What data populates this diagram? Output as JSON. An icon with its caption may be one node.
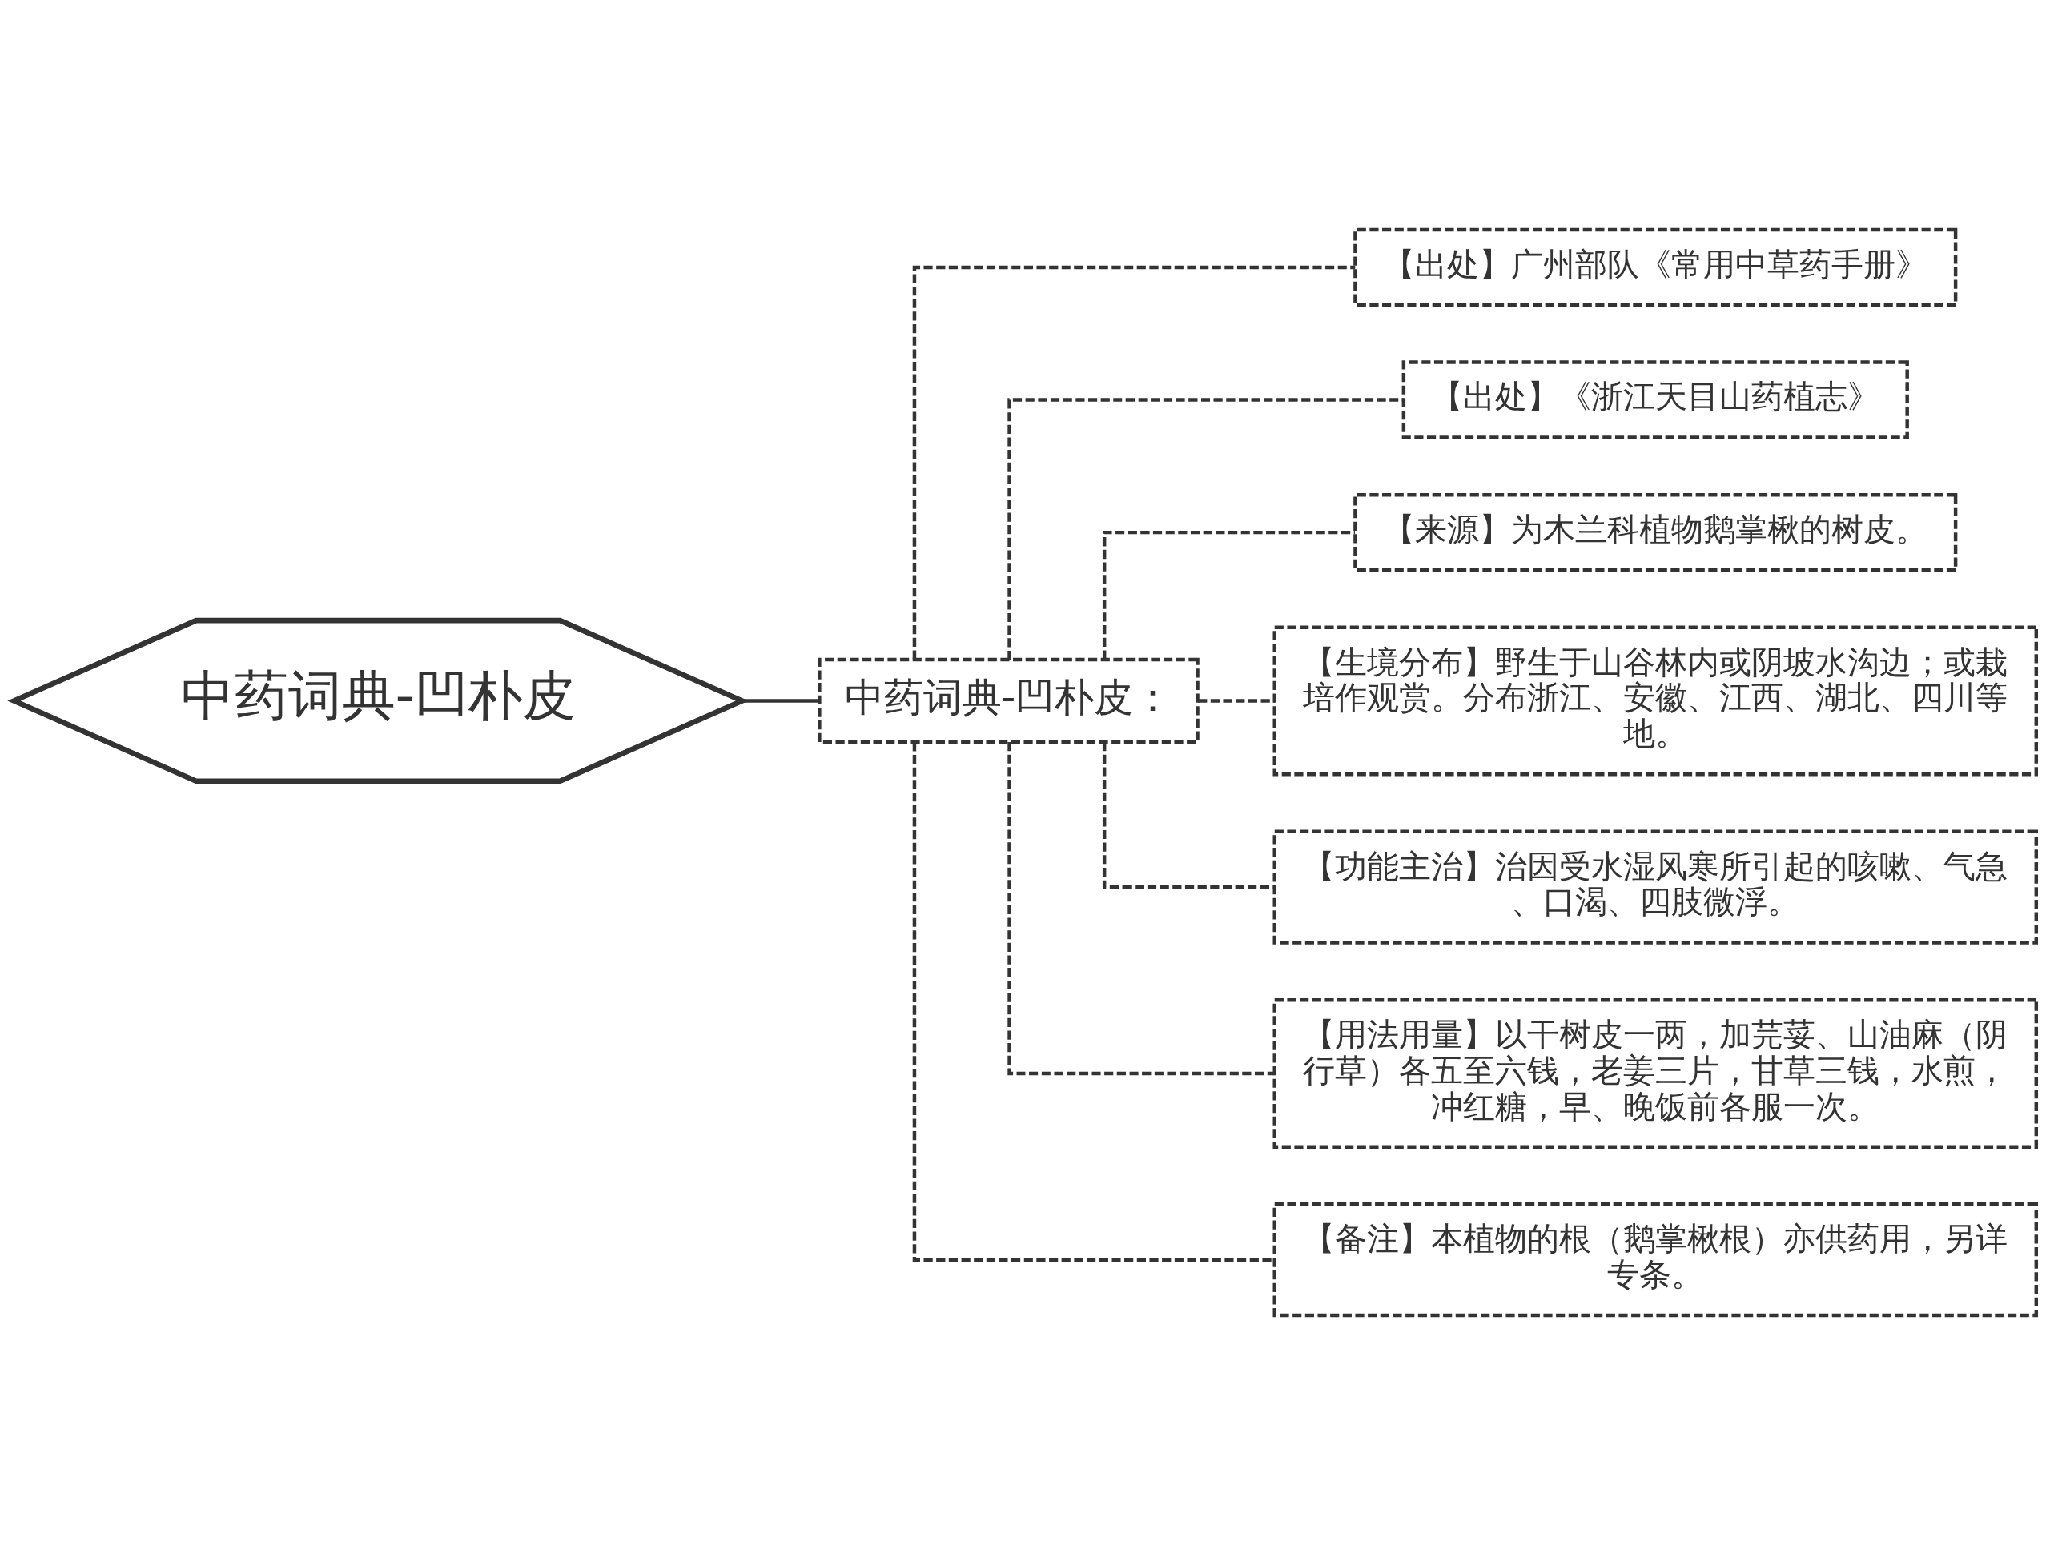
{
  "diagram": {
    "nodes": [
      {
        "text": [
          "中药词典-凹朴皮"
        ]
      },
      {
        "text": [
          "中药词典-凹朴皮："
        ]
      },
      {
        "text": [
          "【出处】广州部队《常用中草药手册》"
        ]
      },
      {
        "text": [
          "【出处】《浙江天目山药植志》"
        ]
      },
      {
        "text": [
          "【来源】为木兰科植物鹅掌楸的树皮。"
        ]
      },
      {
        "text": [
          "【生境分布】野生于山谷林内或阴坡水沟边；或栽培作观赏。分布浙江、安徽、江西、湖北、四川等地。"
        ]
      },
      {
        "text": [
          "【功能主治】治因受水湿风寒所引起的咳嗽、气急、口渴、四肢微浮。"
        ]
      },
      {
        "text": [
          "【用法用量】以干树皮一两，加芫荽、山油麻（阴行草）各五至六钱，老姜三片，甘草三钱，水煎，冲红糖，早、晚饭前各服一次。"
        ]
      },
      {
        "text": [
          "【备注】本植物的根（鹅掌楸根）亦供药用，另详专条。"
        ]
      }
    ],
    "edges": [
      {
        "from": 0,
        "to": 1,
        "arrow": "none"
      },
      {
        "from": 1,
        "to": 2,
        "arrow": "none",
        "style": "dashed"
      },
      {
        "from": 1,
        "to": 3,
        "arrow": "none",
        "style": "dashed"
      },
      {
        "from": 1,
        "to": 4,
        "arrow": "none",
        "style": "dashed"
      },
      {
        "from": 1,
        "to": 5,
        "arrow": "none",
        "style": "dashed"
      },
      {
        "from": 1,
        "to": 6,
        "arrow": "none",
        "style": "dashed"
      },
      {
        "from": 1,
        "to": 7,
        "arrow": "none",
        "style": "dashed"
      },
      {
        "from": 1,
        "to": 8,
        "arrow": "none",
        "style": "dashed"
      }
    ]
  }
}
